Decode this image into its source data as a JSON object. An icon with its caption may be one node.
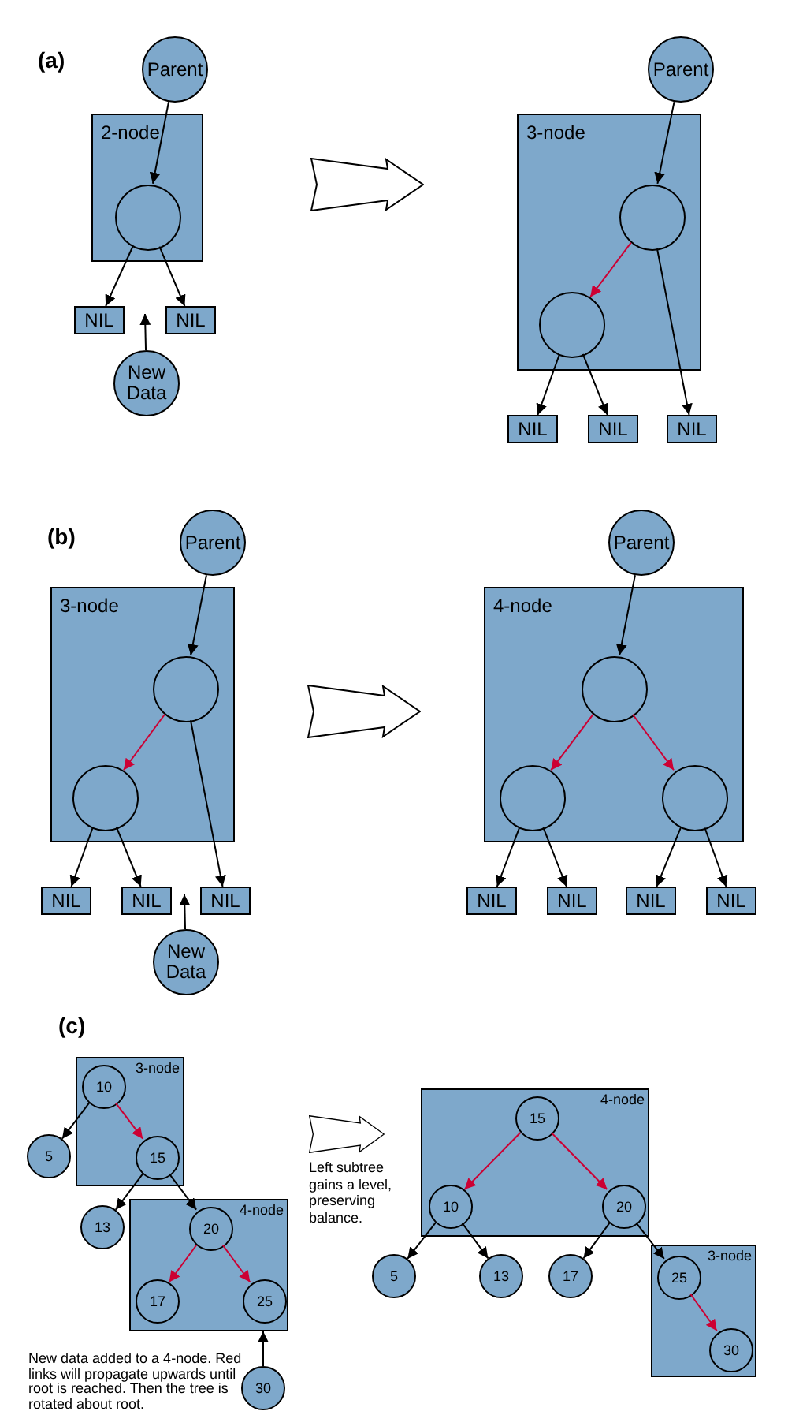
{
  "diagram": {
    "nodes": [
      {
        "text": [
          "Parent"
        ]
      },
      {
        "text": [
          "2-node"
        ]
      },
      {
        "text": [],
        "shape": "circle",
        "in": 1
      },
      {
        "text": [
          "NIL"
        ]
      },
      {
        "text": [
          "NIL"
        ]
      },
      {
        "text": [
          "New Data"
        ]
      },
      {
        "text": [
          "Parent"
        ]
      },
      {
        "text": [
          "3-node"
        ]
      },
      {
        "text": [],
        "shape": "circle",
        "in": 7
      },
      {
        "text": [],
        "shape": "circle",
        "in": 7
      },
      {
        "text": [
          "NIL"
        ]
      },
      {
        "text": [
          "NIL"
        ]
      },
      {
        "text": [
          "NIL"
        ]
      },
      {
        "text": [
          "Parent"
        ]
      },
      {
        "text": [
          "3-node"
        ]
      },
      {
        "text": [],
        "shape": "circle",
        "in": 14
      },
      {
        "text": [],
        "shape": "circle",
        "in": 14
      },
      {
        "text": [
          "NIL"
        ]
      },
      {
        "text": [
          "NIL"
        ]
      },
      {
        "text": [
          "NIL"
        ]
      },
      {
        "text": [
          "New Data"
        ]
      },
      {
        "text": [
          "Parent"
        ]
      },
      {
        "text": [
          "4-node"
        ]
      },
      {
        "text": [],
        "shape": "circle",
        "in": 22
      },
      {
        "text": [],
        "shape": "circle",
        "in": 22
      },
      {
        "text": [],
        "shape": "circle",
        "in": 22
      },
      {
        "text": [
          "NIL"
        ]
      },
      {
        "text": [
          "NIL"
        ]
      },
      {
        "text": [
          "NIL"
        ]
      },
      {
        "text": [
          "NIL"
        ]
      },
      {
        "text": [
          "3-node"
        ]
      },
      {
        "text": [
          "10"
        ],
        "in": 30
      },
      {
        "text": [
          "15"
        ],
        "in": 30
      },
      {
        "text": [
          "5"
        ]
      },
      {
        "text": [
          "13"
        ]
      },
      {
        "text": [
          "4-node"
        ]
      },
      {
        "text": [
          "20"
        ],
        "in": 35
      },
      {
        "text": [
          "17"
        ],
        "in": 35
      },
      {
        "text": [
          "25"
        ],
        "in": 35
      },
      {
        "text": [
          "30"
        ]
      },
      {
        "text": [
          "4-node"
        ]
      },
      {
        "text": [
          "15"
        ],
        "in": 40
      },
      {
        "text": [
          "10"
        ],
        "in": 40
      },
      {
        "text": [
          "20"
        ],
        "in": 40
      },
      {
        "text": [
          "5"
        ]
      },
      {
        "text": [
          "13"
        ]
      },
      {
        "text": [
          "17"
        ]
      },
      {
        "text": [
          "3-node"
        ]
      },
      {
        "text": [
          "25"
        ],
        "in": 47
      },
      {
        "text": [
          "30"
        ],
        "in": 47
      }
    ],
    "edges": [
      {
        "from": 0,
        "to": 2,
        "arrow": "to"
      },
      {
        "from": 2,
        "to": 3,
        "arrow": "to"
      },
      {
        "from": 2,
        "to": 4,
        "arrow": "to"
      },
      {
        "from": 5,
        "to": 3,
        "arrow": "to"
      },
      {
        "from": 6,
        "to": 8,
        "arrow": "to"
      },
      {
        "from": 8,
        "to": 9,
        "arrow": "to",
        "color": "#cc0033"
      },
      {
        "from": 8,
        "to": 12,
        "arrow": "to"
      },
      {
        "from": 9,
        "to": 10,
        "arrow": "to"
      },
      {
        "from": 9,
        "to": 11,
        "arrow": "to"
      },
      {
        "from": 13,
        "to": 15,
        "arrow": "to"
      },
      {
        "from": 15,
        "to": 16,
        "arrow": "to",
        "color": "#cc0033"
      },
      {
        "from": 15,
        "to": 19,
        "arrow": "to"
      },
      {
        "from": 16,
        "to": 17,
        "arrow": "to"
      },
      {
        "from": 16,
        "to": 18,
        "arrow": "to"
      },
      {
        "from": 20,
        "to": 18,
        "arrow": "to"
      },
      {
        "from": 21,
        "to": 23,
        "arrow": "to"
      },
      {
        "from": 23,
        "to": 24,
        "arrow": "to",
        "color": "#cc0033"
      },
      {
        "from": 23,
        "to": 25,
        "arrow": "to",
        "color": "#cc0033"
      },
      {
        "from": 24,
        "to": 26,
        "arrow": "to"
      },
      {
        "from": 24,
        "to": 27,
        "arrow": "to"
      },
      {
        "from": 25,
        "to": 28,
        "arrow": "to"
      },
      {
        "from": 25,
        "to": 29,
        "arrow": "to"
      },
      {
        "from": 31,
        "to": 33,
        "arrow": "to"
      },
      {
        "from": 31,
        "to": 32,
        "arrow": "to",
        "color": "#cc0033"
      },
      {
        "from": 32,
        "to": 34,
        "arrow": "to"
      },
      {
        "from": 32,
        "to": 36,
        "arrow": "to"
      },
      {
        "from": 36,
        "to": 37,
        "arrow": "to",
        "color": "#cc0033"
      },
      {
        "from": 36,
        "to": 38,
        "arrow": "to",
        "color": "#cc0033"
      },
      {
        "from": 39,
        "to": 35,
        "arrow": "to"
      },
      {
        "from": 41,
        "to": 42,
        "arrow": "to",
        "color": "#cc0033"
      },
      {
        "from": 41,
        "to": 43,
        "arrow": "to",
        "color": "#cc0033"
      },
      {
        "from": 42,
        "to": 44,
        "arrow": "to"
      },
      {
        "from": 42,
        "to": 45,
        "arrow": "to"
      },
      {
        "from": 43,
        "to": 46,
        "arrow": "to"
      },
      {
        "from": 43,
        "to": 48,
        "arrow": "to"
      },
      {
        "from": 48,
        "to": 49,
        "arrow": "to",
        "color": "#cc0033"
      }
    ],
    "labels": [
      "(a)",
      "(b)",
      "(c)",
      "Left subtree gains a level, preserving balance.",
      "New data added to a 4-node. Red links will propagate upwards until root is reached. Then the tree is rotated about root."
    ]
  }
}
